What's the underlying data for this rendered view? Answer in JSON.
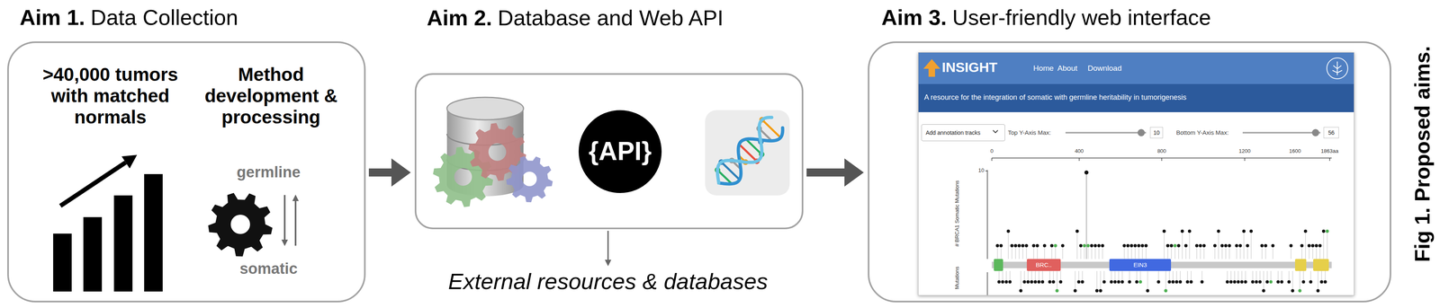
{
  "diagram": {
    "caption": "Fig 1. Proposed aims.",
    "nodes": [
      {
        "text": [
          "Aim 1.",
          "Data Collection",
          ">40,000 tumors with matched normals",
          "Method development & processing",
          "germline",
          "somatic"
        ]
      },
      {
        "text": [
          "Aim 2.",
          "Database and Web API"
        ]
      },
      {
        "text": [
          "{API}"
        ],
        "in": 1
      },
      {
        "text": [
          "Aim 3.",
          "User-friendly web interface"
        ]
      },
      {
        "text": [
          "INSIGHT",
          "Home",
          "About",
          "Download",
          "A resource for the integration of somatic with germline heritability in tumorigenesis",
          "Top Y-Axis Max:",
          "Bottom Y-Axis Max:"
        ],
        "in": 3
      },
      {
        "text": [
          "Add annotation tracks"
        ],
        "in": 4
      },
      {
        "text": [
          "10"
        ],
        "in": 4
      },
      {
        "text": [
          "56"
        ],
        "in": 4
      },
      {
        "text": [
          "BRC.."
        ],
        "in": 4
      },
      {
        "text": [
          "EIN3"
        ],
        "in": 4
      }
    ],
    "edges": [
      {
        "from": 0,
        "to": 1,
        "arrow": "to"
      },
      {
        "from": 1,
        "to": 3,
        "arrow": "to"
      }
    ],
    "labels": [
      "External resources & databases",
      "0",
      "400",
      "800",
      "1200",
      "1600",
      "1863aa",
      "10",
      "# BRCA1 Somatic Mutations",
      "Mutations"
    ]
  }
}
